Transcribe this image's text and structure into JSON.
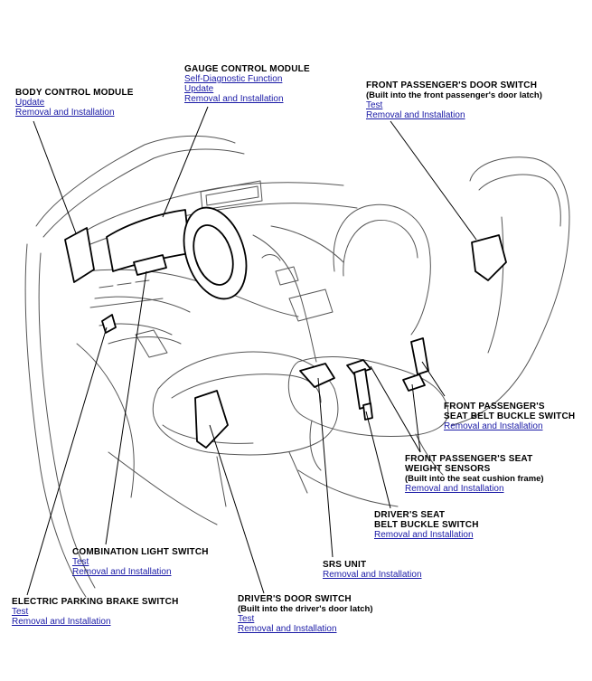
{
  "callouts": {
    "body_control_module": {
      "title": "BODY CONTROL MODULE",
      "links": [
        "Update",
        "Removal and Installation"
      ]
    },
    "gauge_control_module": {
      "title": "GAUGE CONTROL MODULE",
      "links": [
        "Self-Diagnostic Function",
        "Update",
        "Removal and Installation"
      ]
    },
    "front_passenger_door_switch": {
      "title": "FRONT PASSENGER'S DOOR SWITCH",
      "subtitle": "(Built into the front passenger's door latch)",
      "links": [
        "Test",
        "Removal and Installation"
      ]
    },
    "front_passenger_seat_belt_buckle_switch": {
      "title_line1": "FRONT PASSENGER'S",
      "title_line2": "SEAT BELT BUCKLE SWITCH",
      "links": [
        "Removal and Installation"
      ]
    },
    "front_passenger_seat_weight_sensors": {
      "title_line1": "FRONT PASSENGER'S SEAT",
      "title_line2": "WEIGHT SENSORS",
      "subtitle": "(Built into the seat cushion frame)",
      "links": [
        "Removal and Installation"
      ]
    },
    "driver_seat_belt_buckle_switch": {
      "title_line1": "DRIVER'S SEAT",
      "title_line2": "BELT BUCKLE SWITCH",
      "links": [
        "Removal and Installation"
      ]
    },
    "srs_unit": {
      "title": "SRS UNIT",
      "links": [
        "Removal and Installation"
      ]
    },
    "combination_light_switch": {
      "title": "COMBINATION LIGHT SWITCH",
      "links": [
        "Test",
        "Removal and Installation"
      ]
    },
    "electric_parking_brake_switch": {
      "title": "ELECTRIC PARKING BRAKE SWITCH",
      "links": [
        "Test",
        "Removal and Installation"
      ]
    },
    "driver_door_switch": {
      "title": "DRIVER'S DOOR SWITCH",
      "subtitle": "(Built into the driver's door latch)",
      "links": [
        "Test",
        "Removal and Installation"
      ]
    }
  },
  "colors": {
    "link": "#1a1aa6",
    "line": "#000000",
    "sketch": "#555555"
  }
}
